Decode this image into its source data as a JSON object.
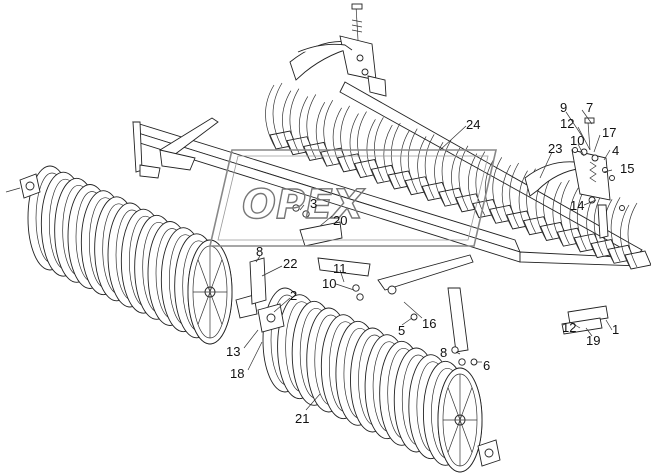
{
  "watermark": {
    "text": "OPEX"
  },
  "callouts": [
    "1",
    "2",
    "3",
    "4",
    "5",
    "6",
    "7",
    "8",
    "9",
    "10",
    "11",
    "12",
    "13",
    "14",
    "15",
    "16",
    "17",
    "18",
    "19",
    "20",
    "21",
    "22",
    "23",
    "24"
  ],
  "labels": [
    {
      "text": "7"
    },
    {
      "text": "9"
    },
    {
      "text": "12"
    },
    {
      "text": "10"
    },
    {
      "text": "17"
    },
    {
      "text": "23"
    },
    {
      "text": "4"
    },
    {
      "text": "15"
    },
    {
      "text": "14"
    },
    {
      "text": "24"
    },
    {
      "text": "3"
    },
    {
      "text": "20"
    },
    {
      "text": "8"
    },
    {
      "text": "22"
    },
    {
      "text": "11"
    },
    {
      "text": "10"
    },
    {
      "text": "2"
    },
    {
      "text": "5"
    },
    {
      "text": "16"
    },
    {
      "text": "13"
    },
    {
      "text": "18"
    },
    {
      "text": "8"
    },
    {
      "text": "6"
    },
    {
      "text": "12"
    },
    {
      "text": "1"
    },
    {
      "text": "19"
    },
    {
      "text": "21"
    }
  ]
}
